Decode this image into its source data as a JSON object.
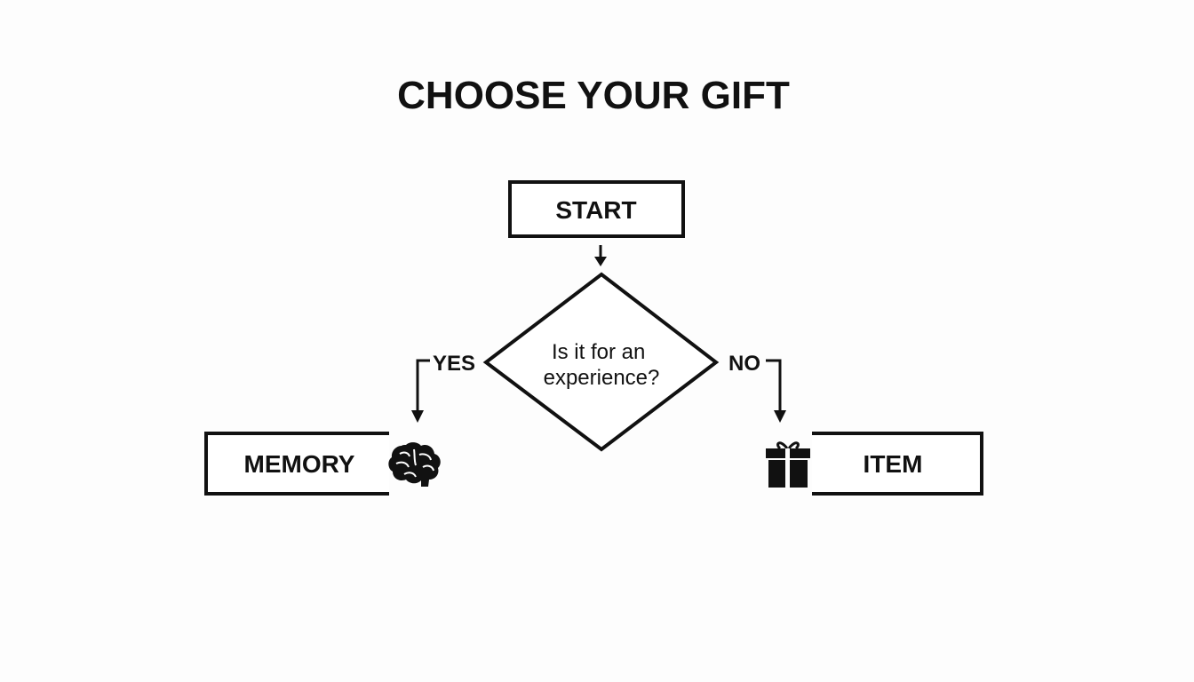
{
  "title": "CHOOSE YOUR GIFT",
  "nodes": {
    "start": {
      "label": "START"
    },
    "decision": {
      "lines": [
        "Is it for an",
        "experience?"
      ]
    },
    "memory": {
      "label": "MEMORY",
      "icon": "brain-icon"
    },
    "item": {
      "label": "ITEM",
      "icon": "gift-icon"
    }
  },
  "edges": {
    "yes": {
      "label": "YES"
    },
    "no": {
      "label": "NO"
    }
  },
  "colors": {
    "ink": "#111111",
    "background": "#fdfdfd"
  }
}
